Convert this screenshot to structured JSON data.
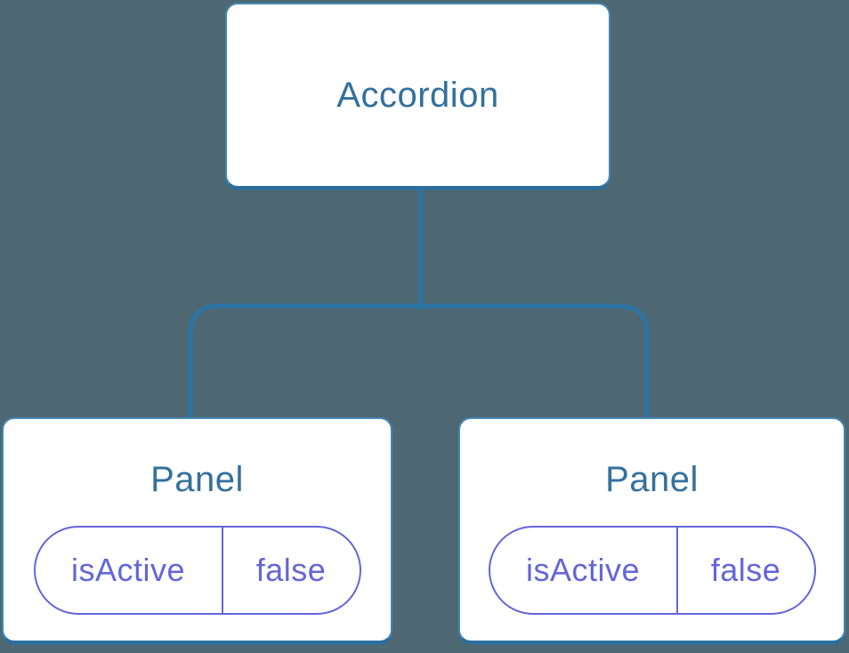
{
  "diagram": {
    "root": {
      "label": "Accordion"
    },
    "children": [
      {
        "title": "Panel",
        "state": {
          "key": "isActive",
          "value": "false"
        }
      },
      {
        "title": "Panel",
        "state": {
          "key": "isActive",
          "value": "false"
        }
      }
    ],
    "colors": {
      "background": "#4D6873",
      "connector": "#2B74A4",
      "box_border": "#4587B4",
      "box_bottom_edge": "#2B6FA0",
      "node_text": "#33709F",
      "state_accent": "#6366D8",
      "box_fill": "#FFFFFF"
    }
  }
}
